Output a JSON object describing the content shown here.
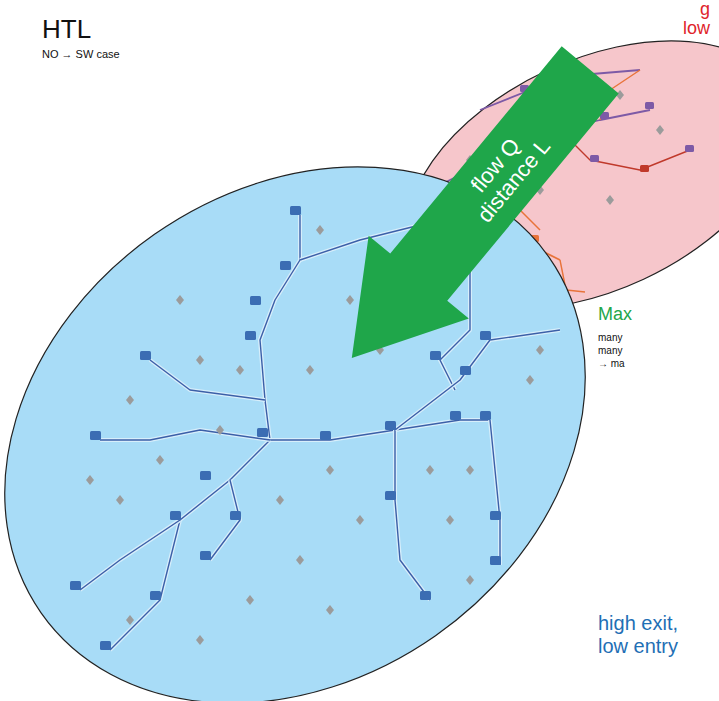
{
  "diagram": {
    "title": "HTL",
    "nodes": [
      {
        "text": [
          "g low"
        ]
      },
      {
        "text": [
          "flow Q distance L"
        ]
      },
      {
        "text": [
          "high exit, low entry"
        ]
      }
    ],
    "labels": [
      "NO → SW case",
      "Max",
      "many",
      "many",
      "→ ma"
    ]
  }
}
